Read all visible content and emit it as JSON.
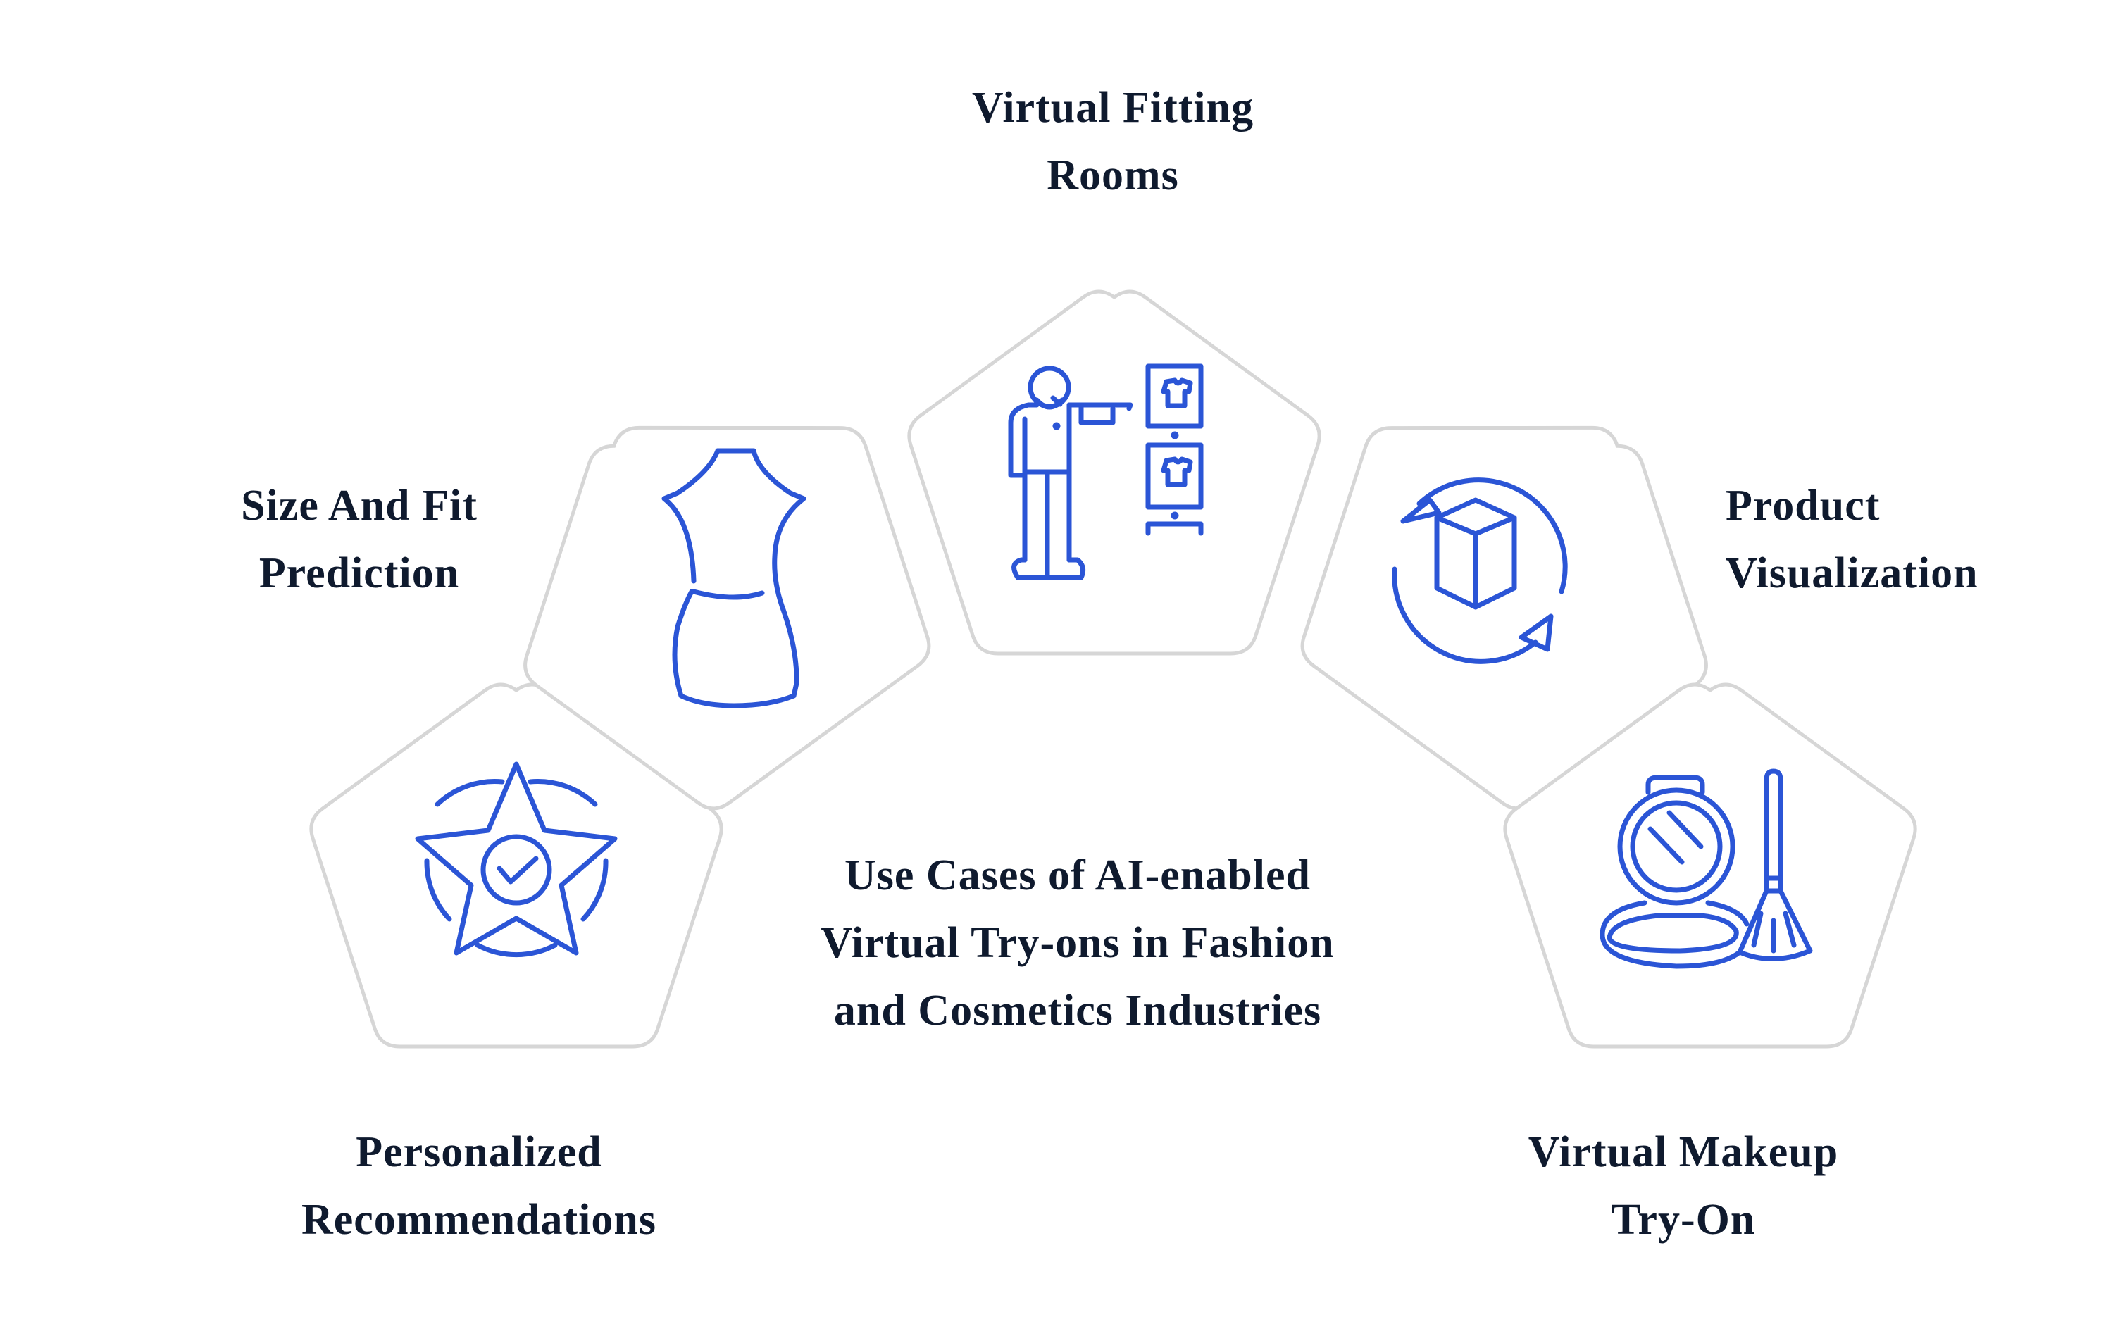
{
  "diagram": {
    "title": {
      "line1": "Use Cases of AI-enabled",
      "line2": "Virtual Try-ons in Fashion",
      "line3": "and Cosmetics Industries"
    },
    "colors": {
      "icon_stroke": "#2B55D6",
      "pentagon_outline": "#D6D6D6",
      "text": "#0F1A2E",
      "background": "#FFFFFF"
    },
    "items": [
      {
        "id": "personalized-recommendations",
        "line1": "Personalized",
        "line2": "Recommendations",
        "icon": "star-badge-check-icon"
      },
      {
        "id": "size-and-fit-prediction",
        "line1": "Size And Fit",
        "line2": "Prediction",
        "icon": "dress-form-mannequin-icon"
      },
      {
        "id": "virtual-fitting-rooms",
        "line1": "Virtual Fitting",
        "line2": "Rooms",
        "icon": "person-pointing-clothing-rack-icon"
      },
      {
        "id": "product-visualization",
        "line1": "Product",
        "line2": "Visualization",
        "icon": "rotating-3d-cube-icon"
      },
      {
        "id": "virtual-makeup-try-on",
        "line1": "Virtual Makeup",
        "line2": "Try-On",
        "icon": "compact-powder-brush-icon"
      }
    ]
  }
}
